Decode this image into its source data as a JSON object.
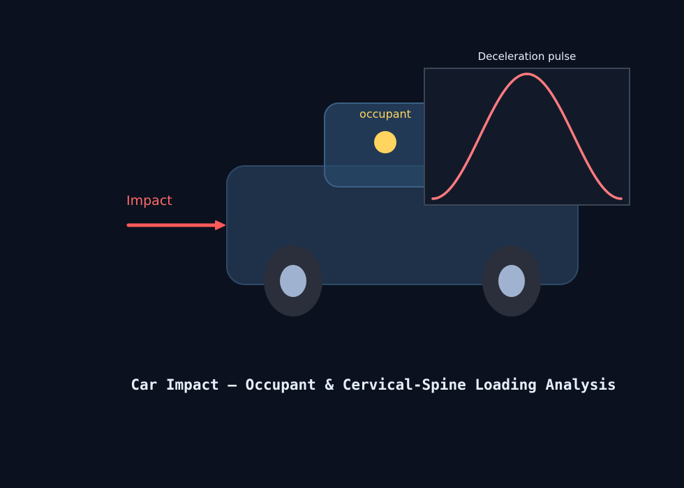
{
  "title": "Car Impact — Occupant & Cervical-Spine Loading Analysis",
  "impact_label": "Impact",
  "occupant_label": "occupant",
  "pulse_title": "Deceleration pulse",
  "colors": {
    "background": "#0b111e",
    "car_body": "#1f3049",
    "car_cabin": "#2a4a6b",
    "car_outline": "#30506e",
    "wheel": "#2a2f3b",
    "hubcap": "#9fb3d0",
    "occupant": "#ffd45f",
    "impact": "#ff5a5a",
    "impact_text": "#ff6b6b",
    "pulse_line": "#ff7a7f",
    "pulse_panel": "#121a29",
    "pulse_border": "#3b4658",
    "title_text": "#e6f0fb"
  }
}
